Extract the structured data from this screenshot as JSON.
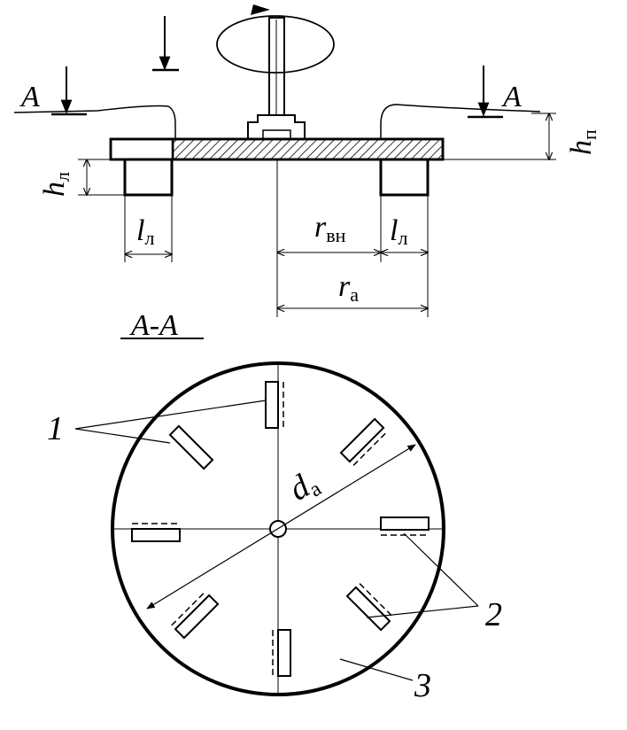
{
  "labels": {
    "section_marker_left": "A",
    "section_marker_right": "A",
    "section_title": "A-A",
    "h_letter": "h",
    "h_l_sub": "л",
    "h_p_sub": "п",
    "l_letter": "l",
    "l_sub": "л",
    "r_letter": "r",
    "r_vn_sub": "вн",
    "r_a_sub": "a",
    "d_letter": "d",
    "d_a_sub": "a",
    "callout_1": "1",
    "callout_2": "2",
    "callout_3": "3"
  }
}
